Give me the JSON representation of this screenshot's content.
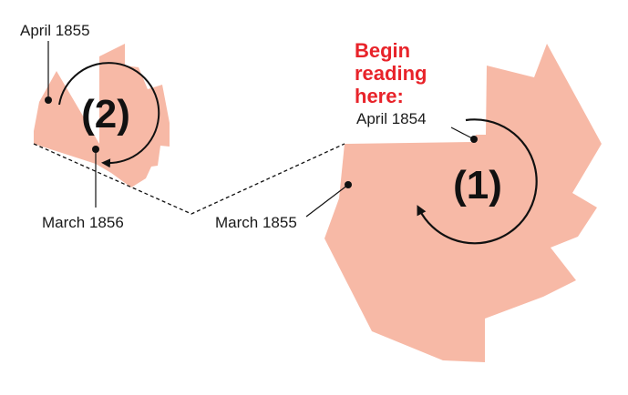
{
  "colors": {
    "wedge": "#f7b9a6",
    "ink": "#111111",
    "highlight": "#e8232a"
  },
  "callout": {
    "lines": [
      "Begin",
      "reading",
      "here:"
    ]
  },
  "diagram_2": {
    "number_label": "(2)",
    "start_label": "April 1855",
    "end_label": "March 1856"
  },
  "diagram_1": {
    "number_label": "(1)",
    "start_label": "April 1854",
    "end_label": "March 1855"
  }
}
